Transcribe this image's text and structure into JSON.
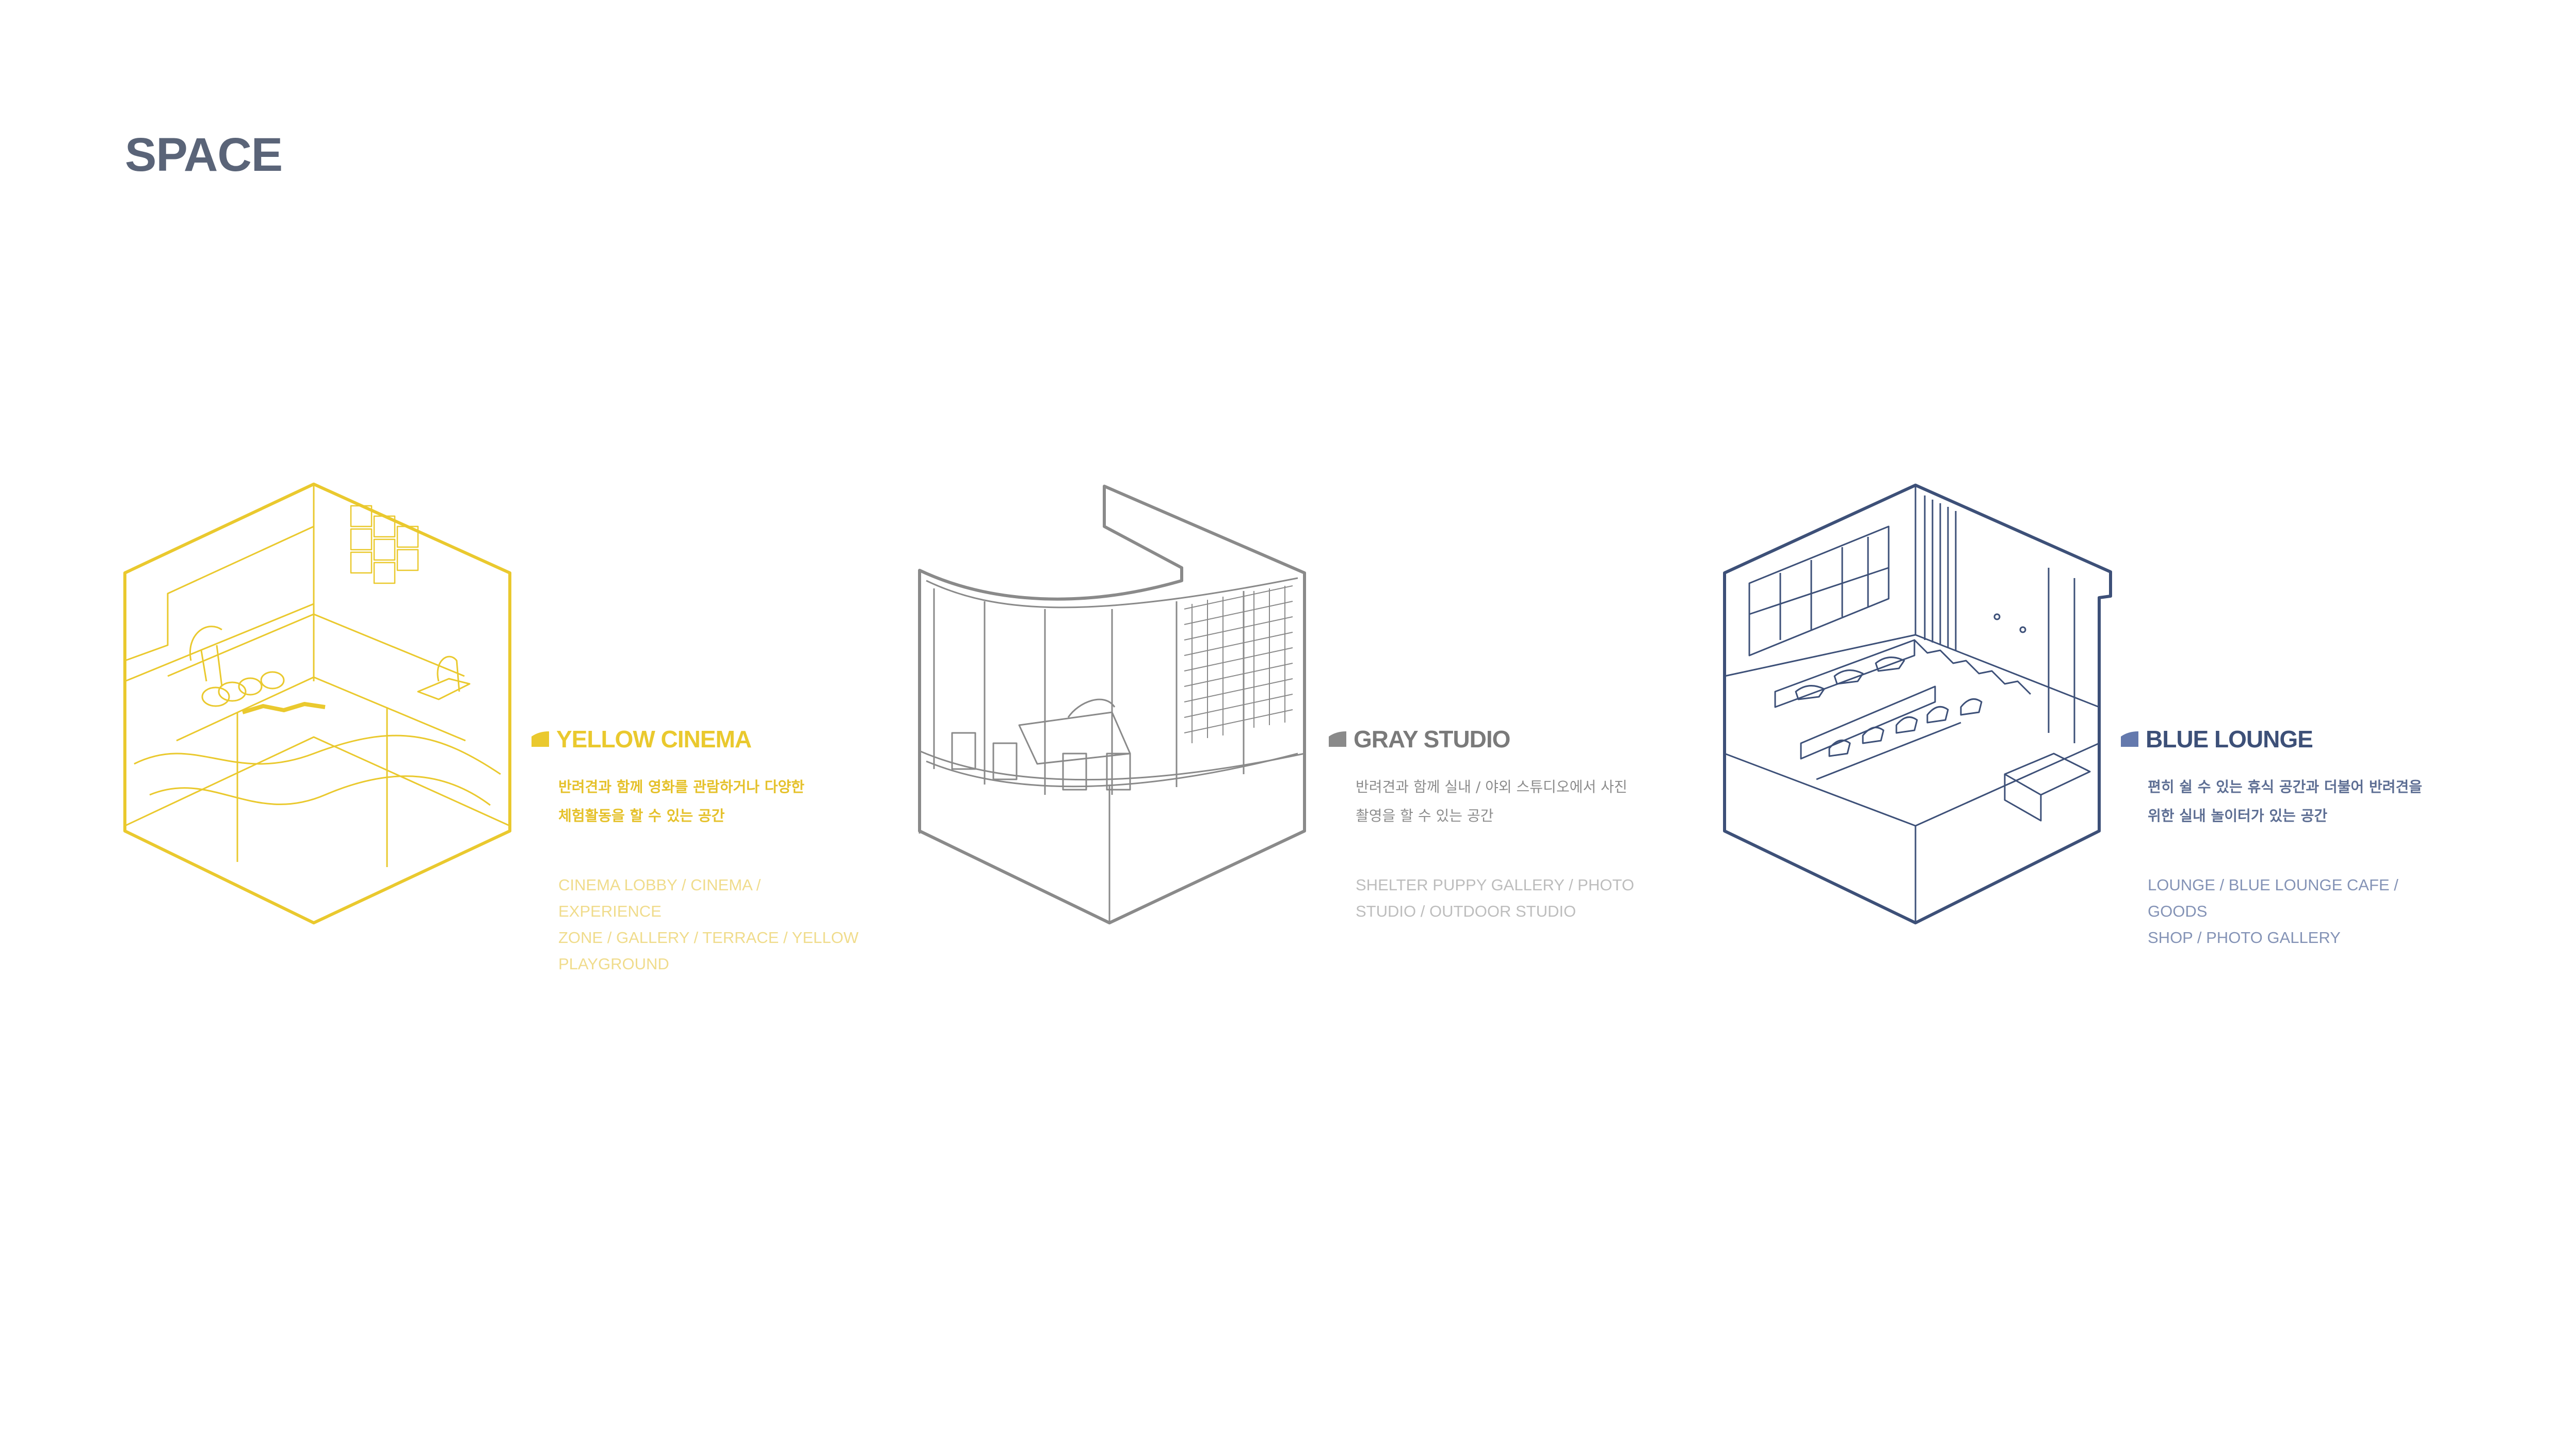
{
  "page": {
    "title": "SPACE"
  },
  "colors": {
    "yellow": "#eac92e",
    "gray": "#8a8a8a",
    "blue": "#3d5078",
    "title": "#5a6478"
  },
  "spaces": [
    {
      "title": "YELLOW CINEMA",
      "description_line1": "반려견과 함께 영화를 관람하거나 다양한",
      "description_line2": "체험활동을 할 수 있는 공간",
      "tags_line1": "CINEMA LOBBY / CINEMA / EXPERIENCE",
      "tags_line2": "ZONE / GALLERY / TERRACE / YELLOW",
      "tags_line3": "PLAYGROUND"
    },
    {
      "title": "GRAY STUDIO",
      "description_line1": "반려견과 함께 실내 / 야외 스튜디오에서 사진",
      "description_line2": "촬영을 할 수 있는 공간",
      "tags_line1": "SHELTER PUPPY GALLERY / PHOTO",
      "tags_line2": "STUDIO / OUTDOOR STUDIO"
    },
    {
      "title": "BLUE LOUNGE",
      "description_line1": "편히 쉴 수 있는 휴식 공간과 더불어 반려견을",
      "description_line2": "위한 실내 놀이터가 있는 공간",
      "tags_line1": "LOUNGE / BLUE LOUNGE CAFE / GOODS",
      "tags_line2": "SHOP / PHOTO GALLERY"
    }
  ]
}
